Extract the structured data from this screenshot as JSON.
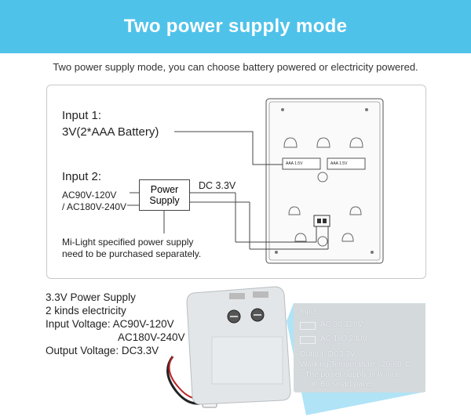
{
  "banner": {
    "title": "Two power supply mode"
  },
  "subtitle": "Two power supply mode, you can choose battery powered or electricity powered.",
  "diagram": {
    "input1_heading": "Input 1:",
    "input1_value": "3V(2*AAA Battery)",
    "input2_heading": "Input 2:",
    "ac_line1": "AC90V-120V",
    "ac_line2": "/ AC180V-240V",
    "psu_line1": "Power",
    "psu_line2": "Supply",
    "dc_label": "DC 3.3V",
    "note_line1": "Mi-Light specified power supply",
    "note_line2": "need to be purchased separately.",
    "battery_label_left": "AAA 1.5V",
    "battery_label_right": "AAA 1.5V"
  },
  "specs": {
    "line1": "3.3V Power Supply",
    "line2": "2 kinds electricity",
    "line3": "Input Voltage: AC90V-120V",
    "line4": "AC180V-240V",
    "line5": "Output Voltage: DC3.3V"
  },
  "zoom": {
    "title": "Input",
    "row1": "AC 90-120V",
    "row2": "AC 180-240V",
    "output": "Output: DC3.3V",
    "temp": "Working Temperature: -20-60°C",
    "note1": "* The power supply only wor",
    "note2": "on B6 smart panel"
  },
  "colors": {
    "banner": "#4fc2ea",
    "wire": "#444444",
    "adapter": "#e3e6e8",
    "zoom_bg": "#d4d9dc"
  }
}
